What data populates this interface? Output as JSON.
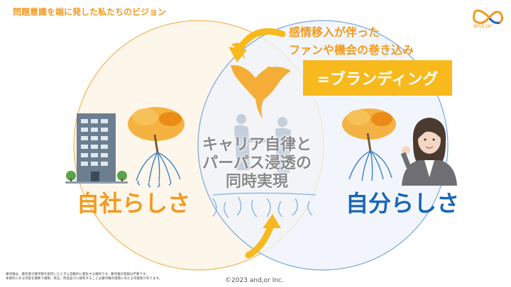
{
  "slide": {
    "title": "問題意識を端に発した私たちのビジョン",
    "logo_text": "and,or",
    "callout_line1": "感情移入が伴った",
    "callout_line2": "ファンや機会の巻き込み",
    "branding_label": "=ブランディング",
    "center_text": [
      "キャリア自律と",
      "パーパス浸透の",
      "同時実現"
    ],
    "left_label": "自社らしさ",
    "right_label": "自分らしさ",
    "footnote_lines": [
      "著作権は、著作者が著作物を創作したときに自動的に発生する権利です。著作権の登録は不要です。",
      "本資料にある内容を無断で複製、修正、改変並びに配布することは著作権の侵害にあたる可能性があります。"
    ],
    "copyright": "©2023 and,or Inc."
  },
  "colors": {
    "orange": "#f29a1f",
    "yellow": "#f7b91c",
    "blue": "#1a67b5",
    "left_circle_fill": "#fdf6ea",
    "right_circle_fill": "#eef3fb"
  },
  "icons": [
    "logo-infinity-icon",
    "building-icon",
    "tree-roots-icon",
    "bird-icon",
    "people-shaking-hands-icon",
    "woman-avatar-icon",
    "curved-arrow-icon"
  ]
}
